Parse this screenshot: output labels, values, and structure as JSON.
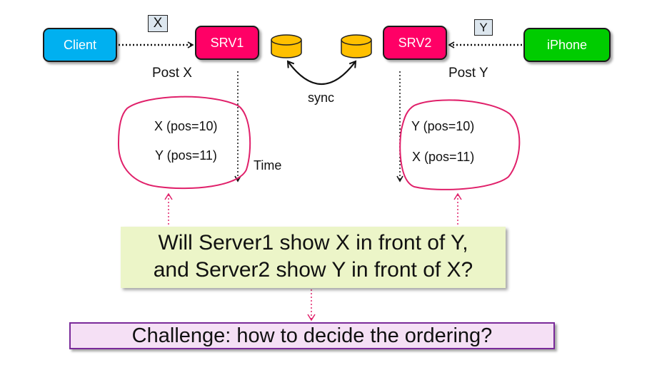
{
  "nodes": {
    "client": "Client",
    "srv1": "SRV1",
    "srv2": "SRV2",
    "iphone": "iPhone"
  },
  "messages": {
    "x": "X",
    "y": "Y"
  },
  "labels": {
    "post_x": "Post X",
    "post_y": "Post Y",
    "sync": "sync",
    "time": "Time"
  },
  "server1_order": [
    "X (pos=10)",
    "Y (pos=11)"
  ],
  "server2_order": [
    "Y (pos=10)",
    "X (pos=11)"
  ],
  "question_lines": [
    "Will Server1 show X in front of Y,",
    "and Server2 show Y in front of X?"
  ],
  "challenge": "Challenge: how to decide the ordering?",
  "colors": {
    "client": "#00b0f0",
    "server": "#ff0066",
    "iphone": "#00cc00",
    "database": "#ffc000",
    "circle": "#e0206a",
    "question_bg": "#ecf5c8",
    "challenge_bg": "#f5e0f5",
    "challenge_border": "#7a2a9a"
  }
}
